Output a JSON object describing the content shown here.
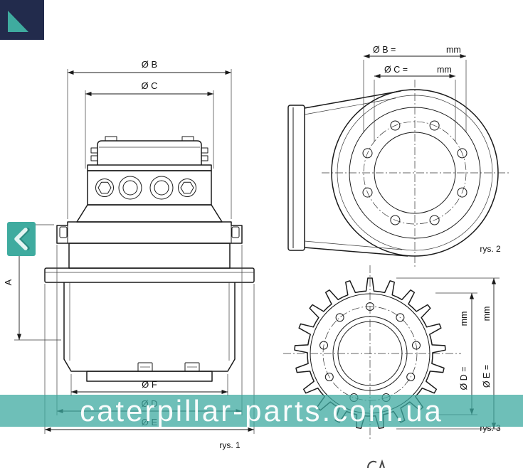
{
  "brand": {
    "watermark": "caterpillar-parts.com.ua",
    "teal": "#3fab9f",
    "navy": "#222b4c",
    "line_color": "#1a1a1a"
  },
  "icons": {
    "prev": "chevron-left",
    "logo": "teal-triangle"
  },
  "fig1": {
    "caption": "rys. 1",
    "dim_b": "Ø B",
    "dim_c": "Ø C",
    "dim_a": "A",
    "dim_f": "Ø F",
    "dim_d": "Ø D",
    "dim_e": "Ø E"
  },
  "fig2": {
    "caption": "rys. 2",
    "dim_b": "Ø B =",
    "dim_b_unit": "mm",
    "dim_c": "Ø C =",
    "dim_c_unit": "mm"
  },
  "fig3": {
    "caption": "rys. 3",
    "dim_d": "Ø D =",
    "dim_d_unit": "mm",
    "dim_e": "Ø E =",
    "dim_e_unit": "mm"
  }
}
